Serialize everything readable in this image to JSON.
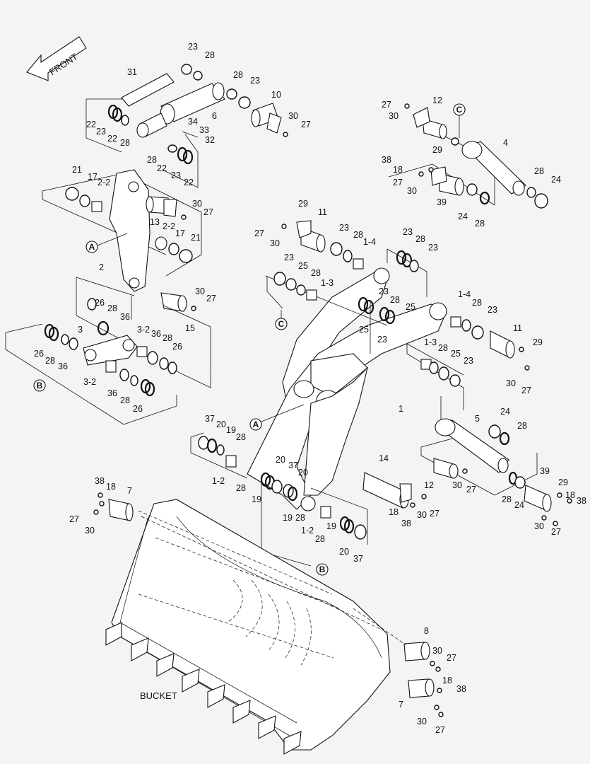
{
  "direction_arrow": {
    "label": "FRONT"
  },
  "section_markers": {
    "A": "A",
    "B": "B",
    "C": "C"
  },
  "bucket_label": "BUCKET",
  "callouts": {
    "c1": "23",
    "c2": "28",
    "c3": "31",
    "c4": "28",
    "c5": "23",
    "c6": "10",
    "c7": "6",
    "c8": "22",
    "c9": "23",
    "c10": "22",
    "c11": "28",
    "c12": "34",
    "c13": "33",
    "c14": "32",
    "c15": "30",
    "c16": "27",
    "c17": "28",
    "c18": "22",
    "c19": "23",
    "c20": "22",
    "c21": "21",
    "c22": "17",
    "c23": "2-2",
    "c24": "30",
    "c25": "27",
    "c26": "13",
    "c27": "2-2",
    "c28": "17",
    "c29": "21",
    "c30": "2",
    "c31": "30",
    "c32": "27",
    "c33": "15",
    "c34": "26",
    "c35": "28",
    "c36": "36",
    "c37": "3",
    "c38": "3-2",
    "c39": "36",
    "c40": "28",
    "c41": "26",
    "c42": "26",
    "c43": "28",
    "c44": "36",
    "c45": "3-2",
    "c46": "36",
    "c47": "28",
    "c48": "26",
    "c49": "27",
    "c50": "12",
    "c51": "30",
    "c52": "4",
    "c53": "29",
    "c54": "38",
    "c55": "18",
    "c56": "27",
    "c57": "30",
    "c58": "39",
    "c59": "24",
    "c60": "28",
    "c61": "28",
    "c62": "24",
    "c63": "29",
    "c64": "11",
    "c65": "27",
    "c66": "30",
    "c67": "23",
    "c68": "28",
    "c69": "1-4",
    "c70": "23",
    "c71": "28",
    "c72": "23",
    "c73": "23",
    "c74": "25",
    "c75": "28",
    "c76": "1-3",
    "c77": "23",
    "c78": "28",
    "c79": "25",
    "c80": "25",
    "c81": "23",
    "c82": "1-4",
    "c83": "28",
    "c84": "23",
    "c85": "11",
    "c86": "29",
    "c87": "1-3",
    "c88": "28",
    "c89": "25",
    "c90": "23",
    "c91": "30",
    "c92": "27",
    "c93": "1",
    "c94": "37",
    "c95": "20",
    "c96": "19",
    "c97": "28",
    "c98": "1-2",
    "c99": "28",
    "c100": "20",
    "c101": "37",
    "c102": "20",
    "c103": "19",
    "c104": "19",
    "c105": "28",
    "c106": "1-2",
    "c107": "28",
    "c108": "19",
    "c109": "20",
    "c110": "37",
    "c111": "14",
    "c112": "18",
    "c113": "38",
    "c114": "30",
    "c115": "27",
    "c116": "5",
    "c117": "24",
    "c118": "28",
    "c119": "12",
    "c120": "30",
    "c121": "27",
    "c122": "39",
    "c123": "29",
    "c124": "18",
    "c125": "38",
    "c126": "28",
    "c127": "24",
    "c128": "30",
    "c129": "27",
    "c130": "38",
    "c131": "18",
    "c132": "7",
    "c133": "27",
    "c134": "30",
    "c135": "8",
    "c136": "30",
    "c137": "27",
    "c138": "18",
    "c139": "38",
    "c140": "7",
    "c141": "30",
    "c142": "27"
  }
}
